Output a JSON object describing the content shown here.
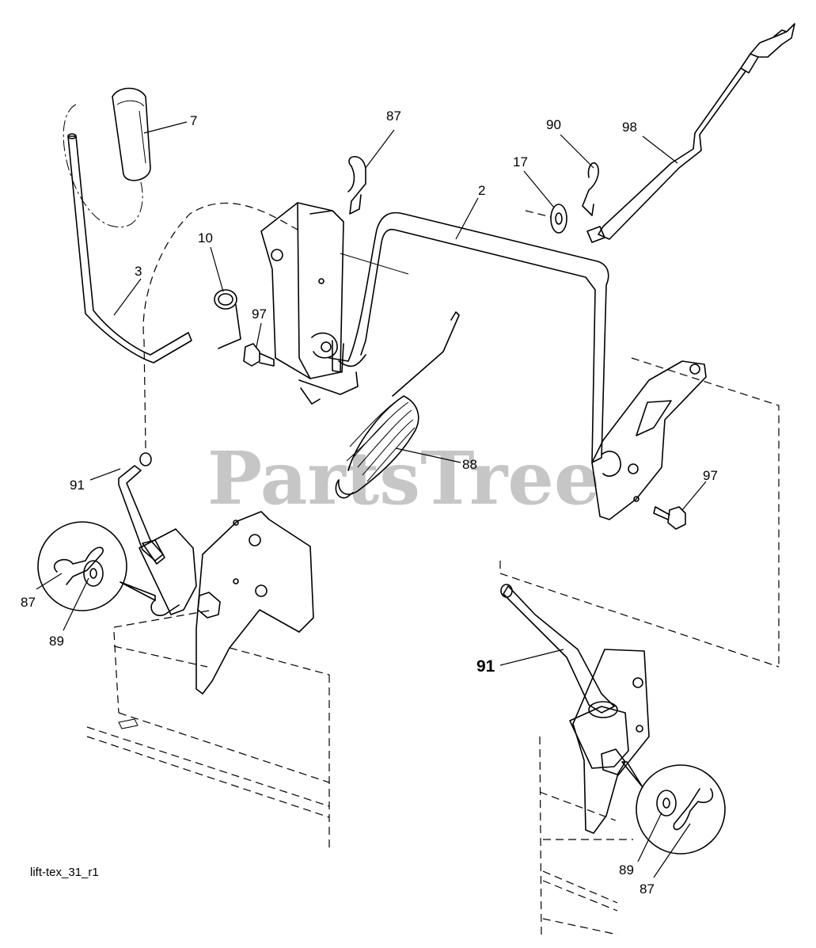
{
  "watermark": "PartsTree",
  "drawing_id": "lift-tex_31_r1",
  "callouts": {
    "c7": "7",
    "c87_top": "87",
    "c90": "90",
    "c98": "98",
    "c17": "17",
    "c2": "2",
    "c10": "10",
    "c3": "3",
    "c97_left": "97",
    "c88": "88",
    "c91_left": "91",
    "c97_right": "97",
    "c87_left": "87",
    "c89_left": "89",
    "c91_right": "91",
    "c89_right": "89",
    "c87_right": "87"
  }
}
